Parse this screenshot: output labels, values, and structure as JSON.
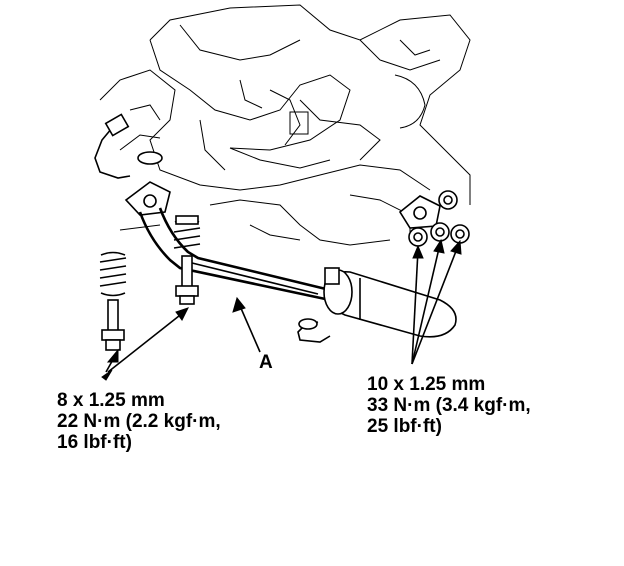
{
  "diagram": {
    "callout_letter": "A",
    "left_spec": {
      "line1": "8 x 1.25 mm",
      "line2": "22 N·m (2.2 kgf·m,",
      "line3": "16 lbf·ft)"
    },
    "right_spec": {
      "line1": "10 x 1.25 mm",
      "line2": "33 N·m (3.4 kgf·m,",
      "line3": "25 lbf·ft)"
    }
  }
}
